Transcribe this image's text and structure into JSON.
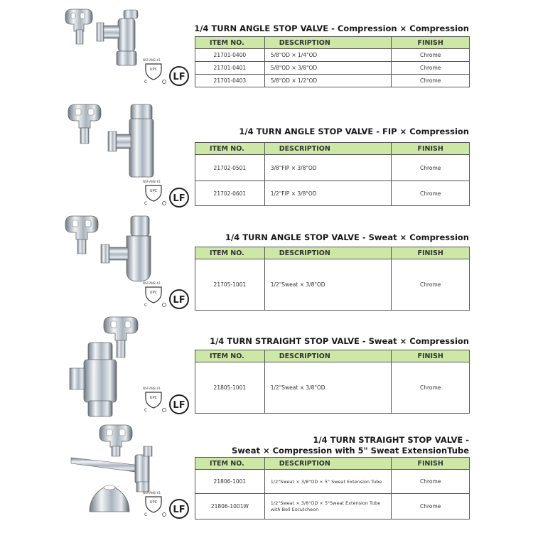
{
  "columns": {
    "item": "ITEM NO.",
    "description": "DESCRIPTION",
    "finish": "FINISH"
  },
  "certification": {
    "nsf": "NSF/ANSI 61",
    "lead_free": "LF"
  },
  "sections": [
    {
      "title": "1/4 TURN ANGLE STOP VALVE - Compression × Compression",
      "rows": [
        {
          "item": "21701-0400",
          "description": "5/8\"OD × 1/4\"OD",
          "finish": "Chrome"
        },
        {
          "item": "21701-0401",
          "description": "5/8\"OD × 3/8\"OD",
          "finish": "Chrome"
        },
        {
          "item": "21701-0403",
          "description": "5/8\"OD × 1/2\"OD",
          "finish": "Chrome"
        }
      ]
    },
    {
      "title": "1/4 TURN ANGLE STOP VALVE - FIP × Compression",
      "rows": [
        {
          "item": "21702-0501",
          "description": "3/8\"FIP × 3/8\"OD",
          "finish": "Chrome"
        },
        {
          "item": "21702-0601",
          "description": "1/2\"FIP × 3/8\"OD",
          "finish": "Chrome"
        }
      ]
    },
    {
      "title": "1/4 TURN ANGLE STOP VALVE - Sweat × Compression",
      "rows": [
        {
          "item": "21705-1001",
          "description": "1/2\"Sweat × 3/8\"OD",
          "finish": "Chrome"
        }
      ]
    },
    {
      "title": "1/4 TURN STRAIGHT STOP VALVE - Sweat × Compression",
      "rows": [
        {
          "item": "21805-1001",
          "description": "1/2\"Sweat × 3/8\"OD",
          "finish": "Chrome"
        }
      ]
    },
    {
      "title_line1": "1/4 TURN STRAIGHT STOP VALVE -",
      "title_line2": "Sweat × Compression with 5\" Sweat ExtensionTube",
      "rows": [
        {
          "item": "21806-1001",
          "description": "1/2\"Sweat × 3/8\"OD × 5\" Sweat Extension Tube",
          "finish": "Chrome"
        },
        {
          "item": "21806-1001W",
          "description_line1": "1/2\"Sweat × 3/8\"OD × 5\"Sweat Extension Tube",
          "description_line2": "with Bell Escutcheon",
          "finish": "Chrome"
        }
      ]
    }
  ]
}
